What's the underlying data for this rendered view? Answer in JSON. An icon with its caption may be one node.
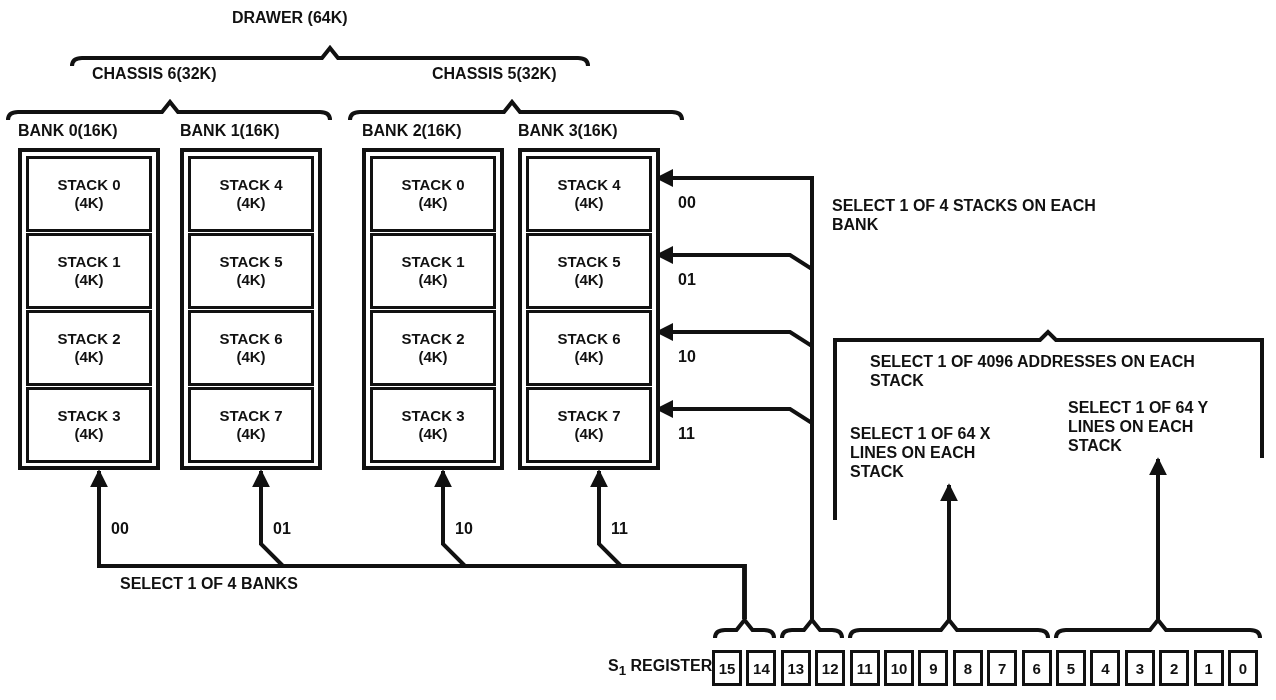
{
  "diagram": {
    "nodes": [
      {
        "text": [
          "BANK 0(16K)"
        ]
      },
      {
        "text": [
          "STACK 0 (4K)"
        ],
        "in": 0
      },
      {
        "text": [
          "STACK 1 (4K)"
        ],
        "in": 0
      },
      {
        "text": [
          "STACK 2 (4K)"
        ],
        "in": 0
      },
      {
        "text": [
          "STACK 3 (4K)"
        ],
        "in": 0
      },
      {
        "text": [
          "BANK 1(16K)"
        ]
      },
      {
        "text": [
          "STACK 4 (4K)"
        ],
        "in": 5
      },
      {
        "text": [
          "STACK 5 (4K)"
        ],
        "in": 5
      },
      {
        "text": [
          "STACK 6 (4K)"
        ],
        "in": 5
      },
      {
        "text": [
          "STACK 7 (4K)"
        ],
        "in": 5
      },
      {
        "text": [
          "BANK 2(16K)"
        ]
      },
      {
        "text": [
          "STACK 0 (4K)"
        ],
        "in": 10
      },
      {
        "text": [
          "STACK 1 (4K)"
        ],
        "in": 10
      },
      {
        "text": [
          "STACK 2 (4K)"
        ],
        "in": 10
      },
      {
        "text": [
          "STACK 3 (4K)"
        ],
        "in": 10
      },
      {
        "text": [
          "BANK 3(16K)"
        ]
      },
      {
        "text": [
          "STACK 4 (4K)"
        ],
        "in": 15
      },
      {
        "text": [
          "STACK 5 (4K)"
        ],
        "in": 15
      },
      {
        "text": [
          "STACK 6 (4K)"
        ],
        "in": 15
      },
      {
        "text": [
          "STACK 7 (4K)"
        ],
        "in": 15
      },
      {
        "text": [
          "SELECT 1 OF 64 X LINES ON EACH STACK"
        ]
      },
      {
        "text": [
          "SELECT 1 OF 64 Y LINES ON EACH STACK"
        ]
      },
      {
        "text": [
          "15"
        ]
      },
      {
        "text": [
          "14"
        ]
      },
      {
        "text": [
          "13"
        ]
      },
      {
        "text": [
          "12"
        ]
      },
      {
        "text": [
          "11"
        ]
      },
      {
        "text": [
          "10"
        ]
      },
      {
        "text": [
          "9"
        ]
      },
      {
        "text": [
          "8"
        ]
      },
      {
        "text": [
          "7"
        ]
      },
      {
        "text": [
          "6"
        ]
      },
      {
        "text": [
          "5"
        ]
      },
      {
        "text": [
          "4"
        ]
      },
      {
        "text": [
          "3"
        ]
      },
      {
        "text": [
          "2"
        ]
      },
      {
        "text": [
          "1"
        ]
      },
      {
        "text": [
          "0"
        ]
      },
      {
        "text": [],
        "shape": "bracket"
      },
      {
        "text": [],
        "shape": "bracket"
      },
      {
        "text": [],
        "shape": "bracket"
      },
      {
        "text": [],
        "shape": "bracket"
      }
    ],
    "edges": [
      {
        "from": 38,
        "to": 0,
        "arrow": "to",
        "label": "00"
      },
      {
        "from": 38,
        "to": 5,
        "arrow": "to",
        "label": "01"
      },
      {
        "from": 38,
        "to": 10,
        "arrow": "to",
        "label": "10"
      },
      {
        "from": 38,
        "to": 15,
        "arrow": "to",
        "label": "11"
      },
      {
        "from": 39,
        "to": 16,
        "arrow": "to",
        "label": "00"
      },
      {
        "from": 39,
        "to": 17,
        "arrow": "to",
        "label": "01"
      },
      {
        "from": 39,
        "to": 18,
        "arrow": "to",
        "label": "10"
      },
      {
        "from": 39,
        "to": 19,
        "arrow": "to",
        "label": "11"
      },
      {
        "from": 40,
        "to": 20,
        "arrow": "to"
      },
      {
        "from": 41,
        "to": 21,
        "arrow": "to"
      }
    ],
    "labels": [
      "DRAWER (64K)",
      "CHASSIS 6(32K)",
      "CHASSIS 5(32K)",
      "SELECT 1 OF 4 STACKS ON EACH BANK",
      "SELECT 1 OF 4096 ADDRESSES ON EACH STACK",
      "SELECT 1 OF 4 BANKS",
      "S$_{1}$ REGISTER"
    ]
  }
}
